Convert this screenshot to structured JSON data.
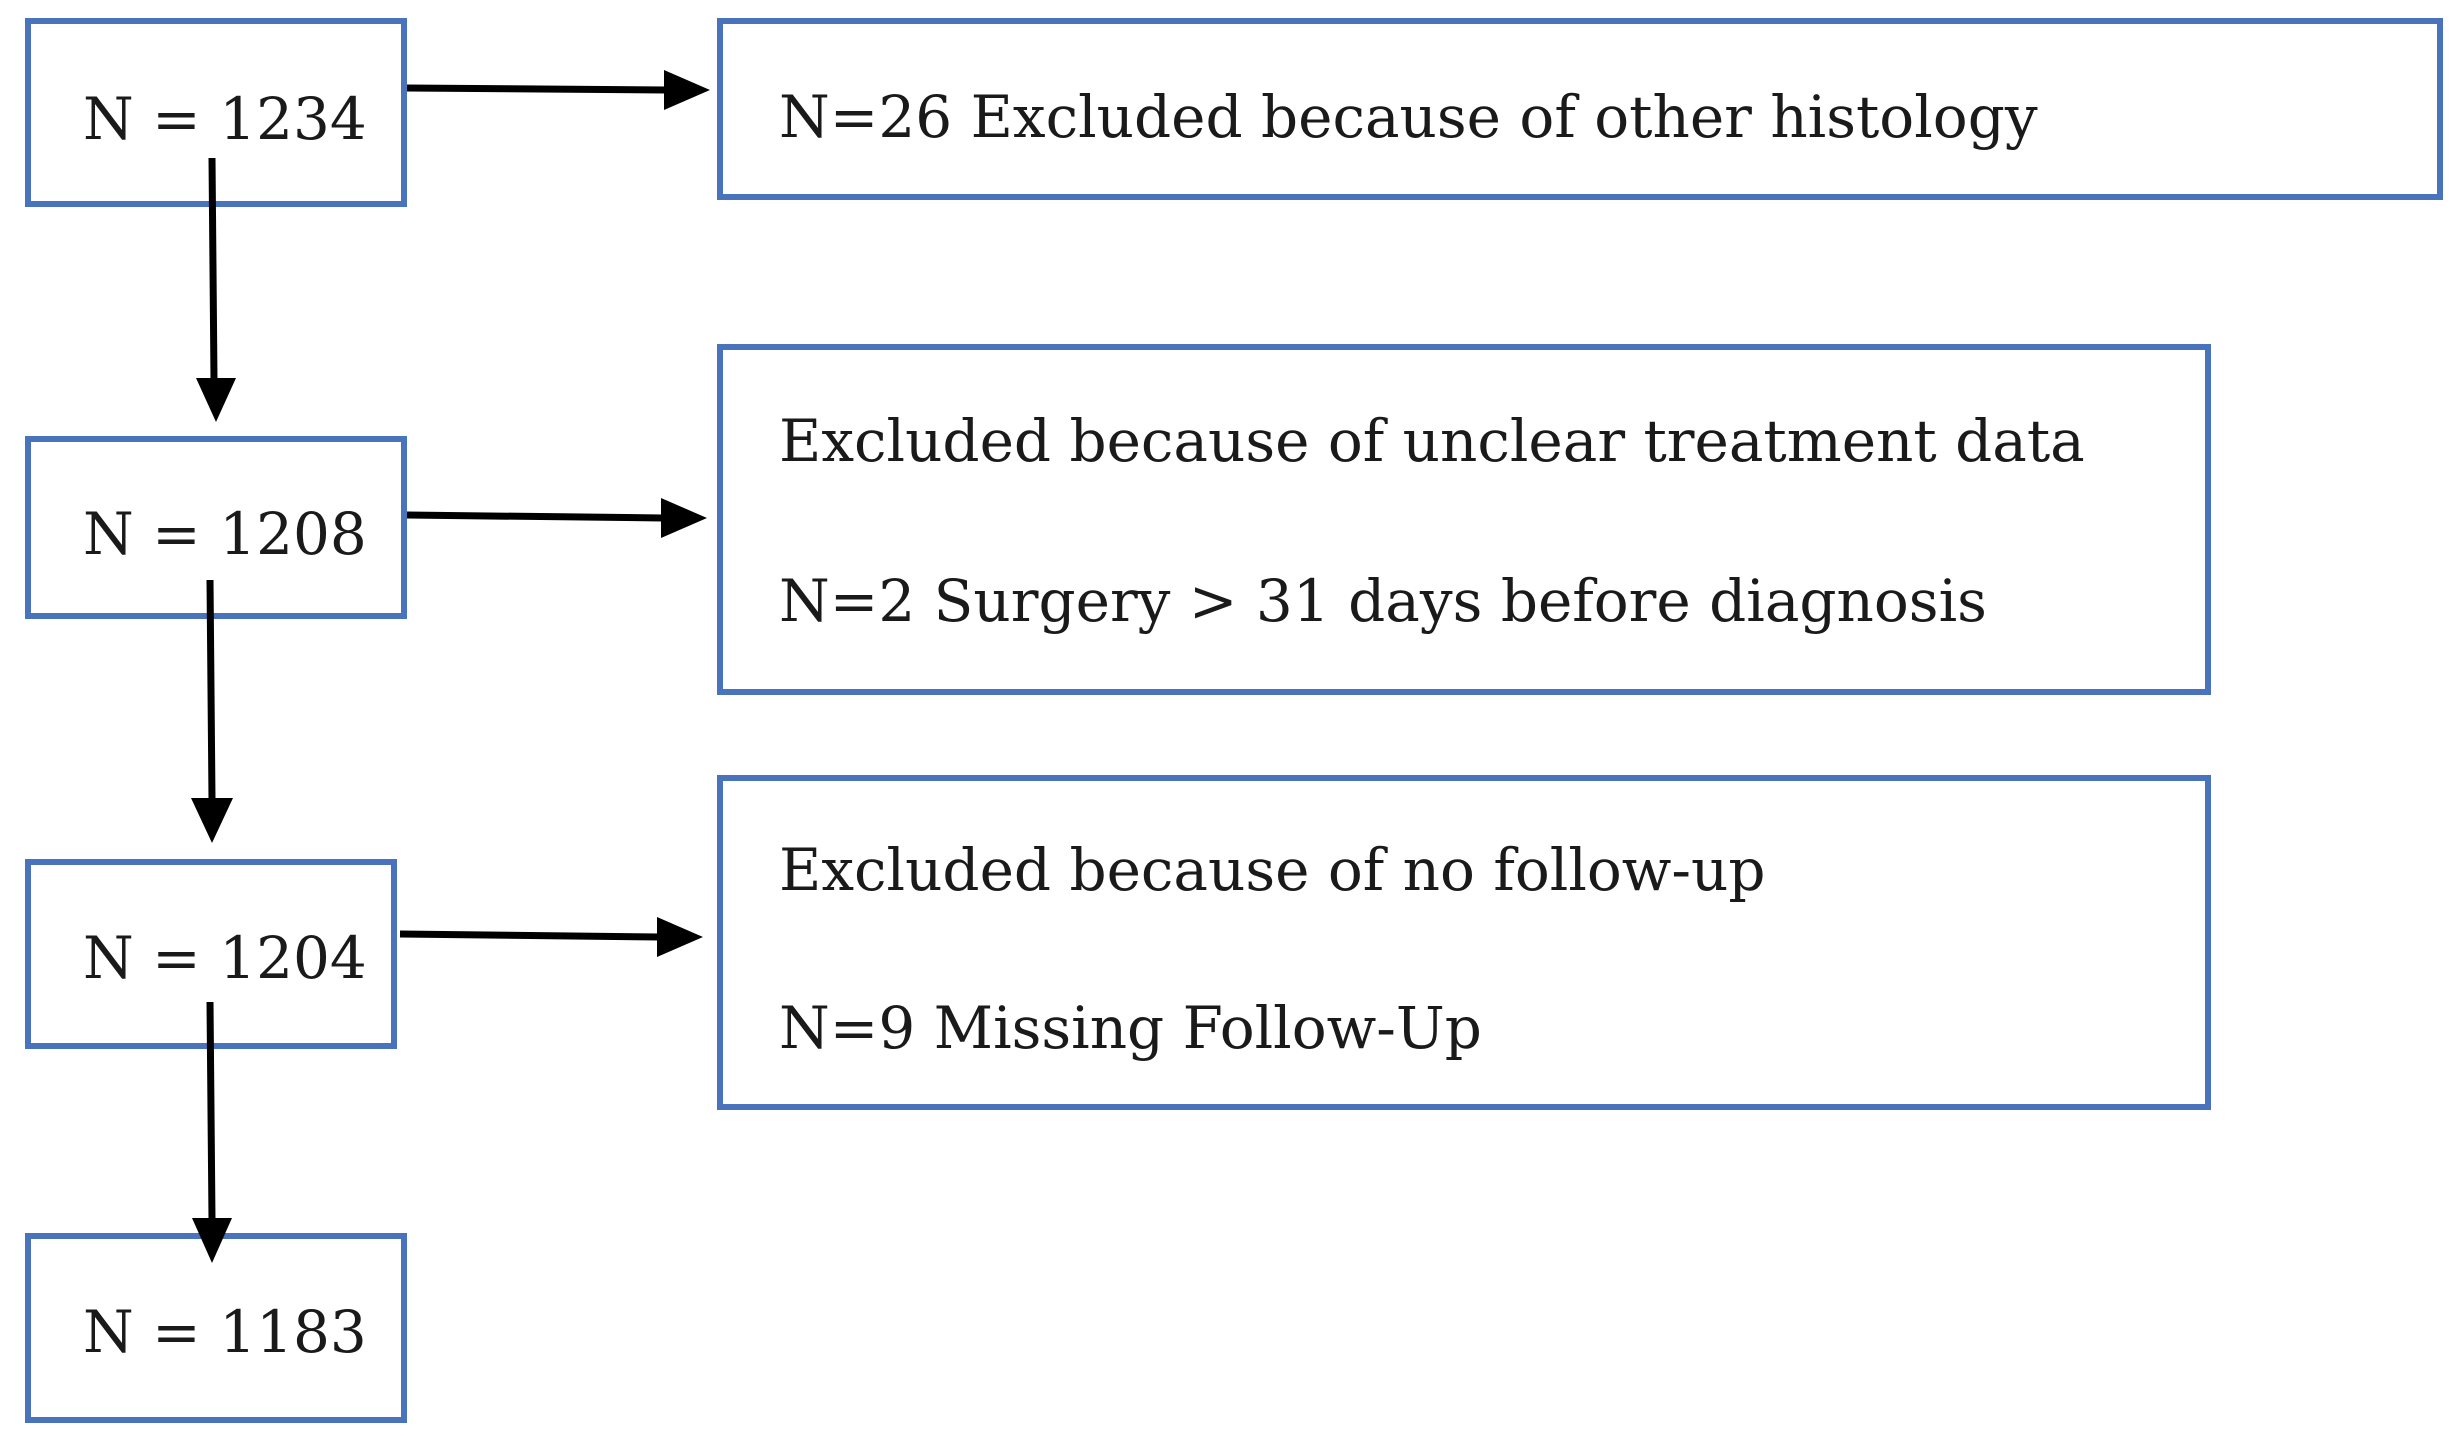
{
  "left_boxes": [
    {
      "label": "N = 1234"
    },
    {
      "label": "N = 1208"
    },
    {
      "label": "N = 1204"
    },
    {
      "label": "N = 1183"
    }
  ],
  "right_boxes": [
    {
      "line1": "N=26 Excluded because of other histology"
    },
    {
      "line1": "Excluded because of unclear treatment data",
      "line2": "N=2  Surgery > 31 days before diagnosis"
    },
    {
      "line1": "Excluded because of no follow-up",
      "line2": "N=9  Missing Follow-Up"
    }
  ],
  "colors": {
    "box_border": "#4a73be",
    "arrow": "#000000",
    "text": "#1a1a1a"
  }
}
